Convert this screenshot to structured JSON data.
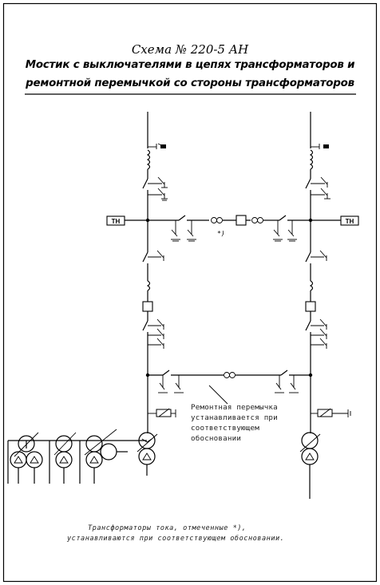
{
  "title": {
    "scheme": "Схема   № 220-5 АН",
    "line1": "Мостик с выключателями в цепях трансформаторов и",
    "line2": "ремонтной перемычкой со стороны трансформаторов"
  },
  "labels": {
    "vt_left": "ТН",
    "vt_right": "ТН",
    "ct_mark": "*)"
  },
  "repair_note": {
    "line1": "Ремонтная перемычка",
    "line2": "устанавливается при",
    "line3": "соответствующем",
    "line4": "обосновании"
  },
  "footnote": {
    "line1": "Трансформаторы тока, отмеченные *),",
    "line2": "устанавливаются при соответствующем обосновании."
  }
}
